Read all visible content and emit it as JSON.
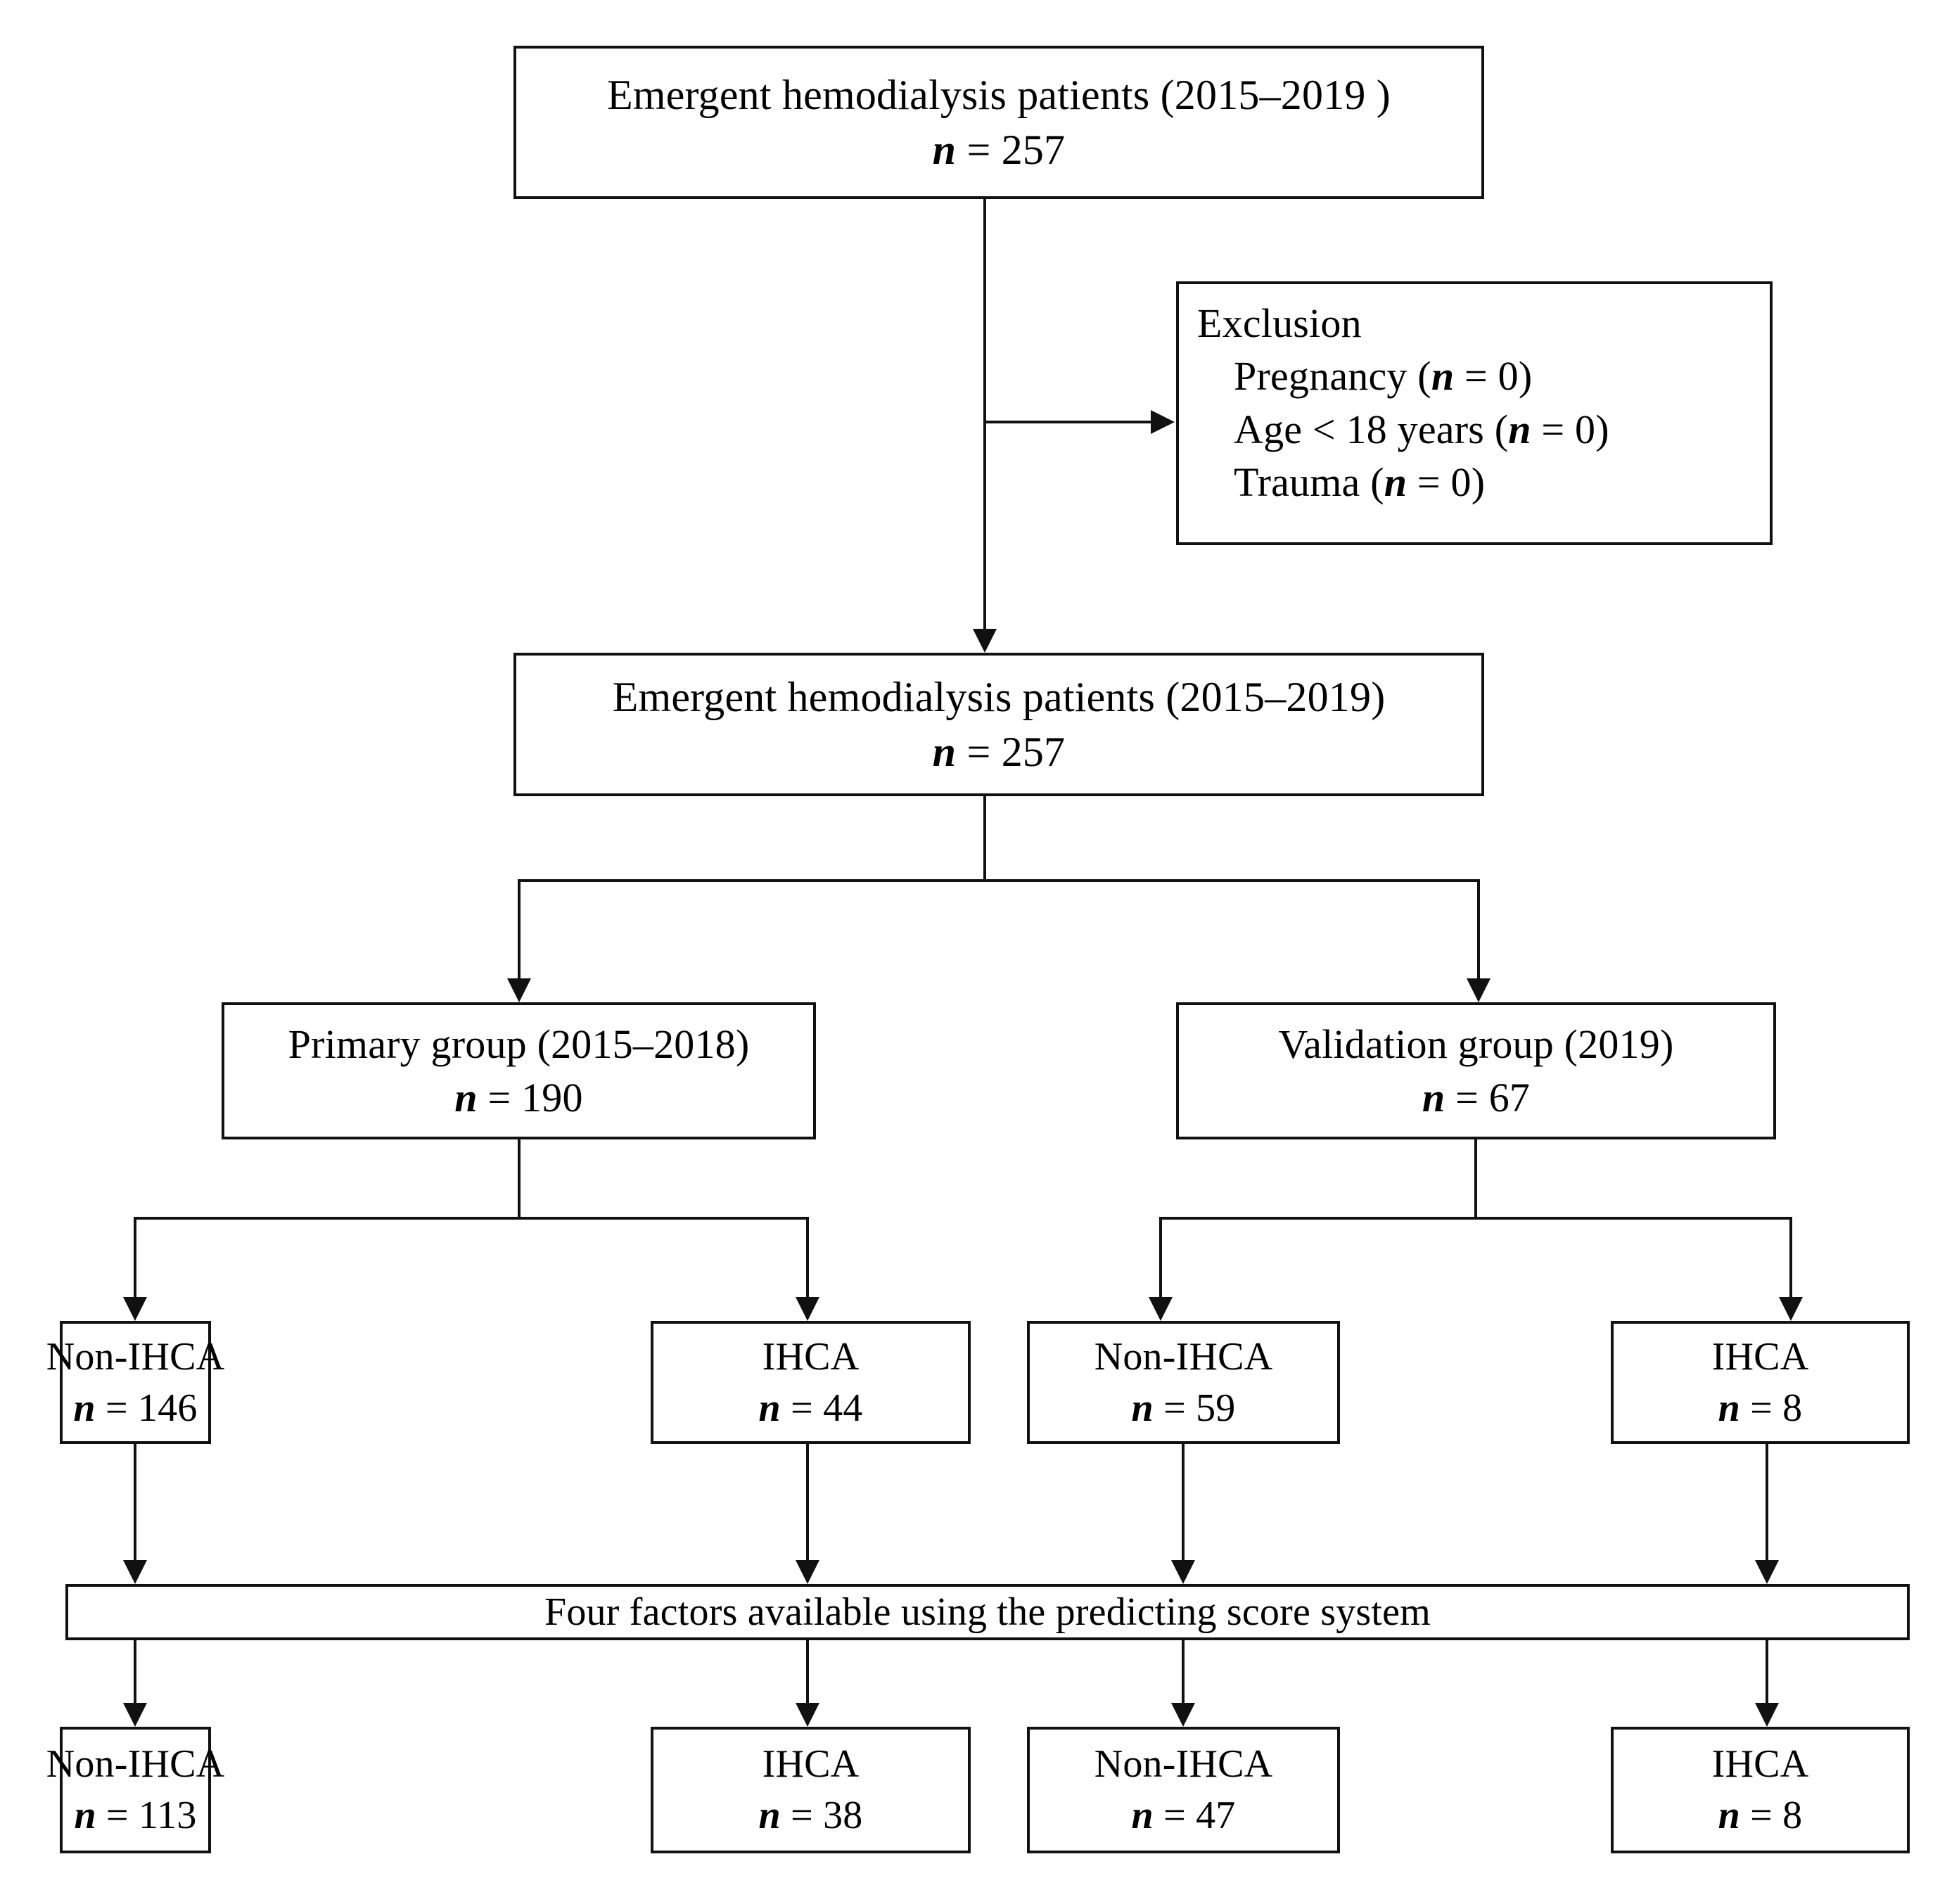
{
  "diagram": {
    "title": "Patient flow diagram for emergent hemodialysis study",
    "line_color": "#111111",
    "background": "#ffffff"
  },
  "nodes": {
    "enrolled": {
      "line1": "Emergent hemodialysis patients (2015–2019 )",
      "n_label": "n",
      "eq": " = ",
      "n_value": "257"
    },
    "exclusion": {
      "heading": "Exclusion",
      "items": [
        {
          "label": "Pregnancy (",
          "n_label": "n",
          "eq": " = ",
          "n_value": "0",
          "close": ")"
        },
        {
          "label": "Age < 18 years (",
          "n_label": "n",
          "eq": " = ",
          "n_value": "0",
          "close": ")"
        },
        {
          "label": "Trauma (",
          "n_label": "n",
          "eq": " = ",
          "n_value": "0",
          "close": ")"
        }
      ]
    },
    "included": {
      "line1": "Emergent hemodialysis patients (2015–2019)",
      "n_label": "n",
      "eq": " = ",
      "n_value": "257"
    },
    "primary_group": {
      "line1": "Primary group (2015–2018)",
      "n_label": "n",
      "eq": " = ",
      "n_value": "190"
    },
    "validation_group": {
      "line1": "Validation group (2019)",
      "n_label": "n",
      "eq": " = ",
      "n_value": "67"
    },
    "mid_row": [
      {
        "line1": "Non-IHCA",
        "n_label": "n",
        "eq": " = ",
        "n_value": "146"
      },
      {
        "line1": "IHCA",
        "n_label": "n",
        "eq": " = ",
        "n_value": "44"
      },
      {
        "line1": "Non-IHCA",
        "n_label": "n",
        "eq": " = ",
        "n_value": "59"
      },
      {
        "line1": "IHCA",
        "n_label": "n",
        "eq": " = ",
        "n_value": "8"
      }
    ],
    "four_factors": {
      "line1": "Four factors available using the predicting score system"
    },
    "bottom_row": [
      {
        "line1": "Non-IHCA",
        "n_label": "n",
        "eq": " = ",
        "n_value": "113"
      },
      {
        "line1": "IHCA",
        "n_label": "n",
        "eq": " = ",
        "n_value": "38"
      },
      {
        "line1": "Non-IHCA",
        "n_label": "n",
        "eq": " = ",
        "n_value": "47"
      },
      {
        "line1": "IHCA",
        "n_label": "n",
        "eq": " = ",
        "n_value": "8"
      }
    ]
  }
}
